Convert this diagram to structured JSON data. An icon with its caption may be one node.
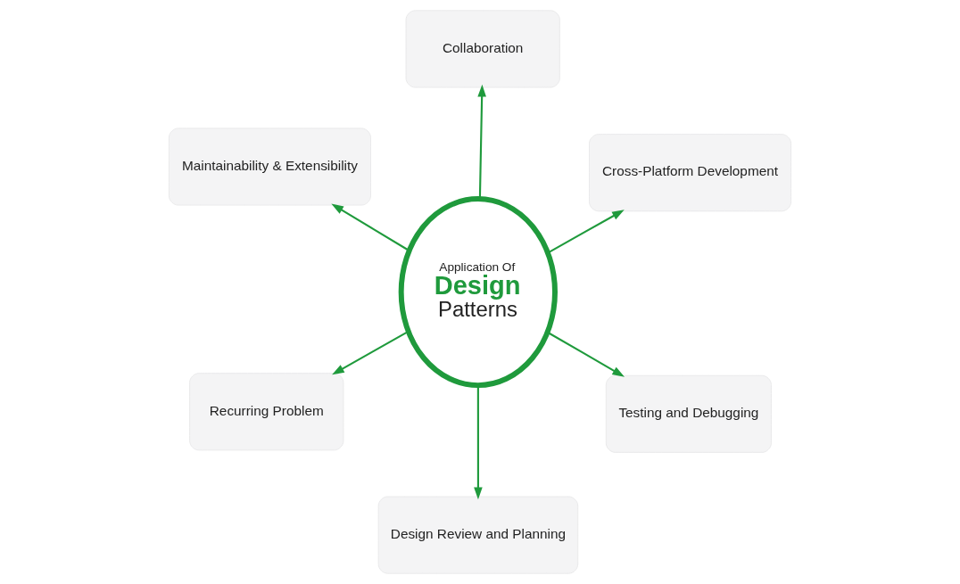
{
  "diagram": {
    "nodes": [
      {
        "text": [
          "Application Of",
          "Design",
          "Patterns"
        ]
      },
      {
        "text": [
          "Testing and Debugging"
        ]
      },
      {
        "text": [
          "Design Review and Planning"
        ]
      },
      {
        "text": [
          "Maintainability & Extensibility"
        ]
      },
      {
        "text": [
          "Cross-Platform Development"
        ]
      },
      {
        "text": [
          "Collaboration"
        ]
      },
      {
        "text": [
          "Recurring Problem"
        ]
      }
    ],
    "edges": [
      {
        "from": 0,
        "to": 1,
        "arrow": "to"
      },
      {
        "from": 0,
        "to": 2,
        "arrow": "to"
      },
      {
        "from": 0,
        "to": 3,
        "arrow": "to"
      },
      {
        "from": 0,
        "to": 4,
        "arrow": "to"
      },
      {
        "from": 0,
        "to": 5,
        "arrow": "to"
      },
      {
        "from": 0,
        "to": 6,
        "arrow": "to"
      }
    ]
  }
}
